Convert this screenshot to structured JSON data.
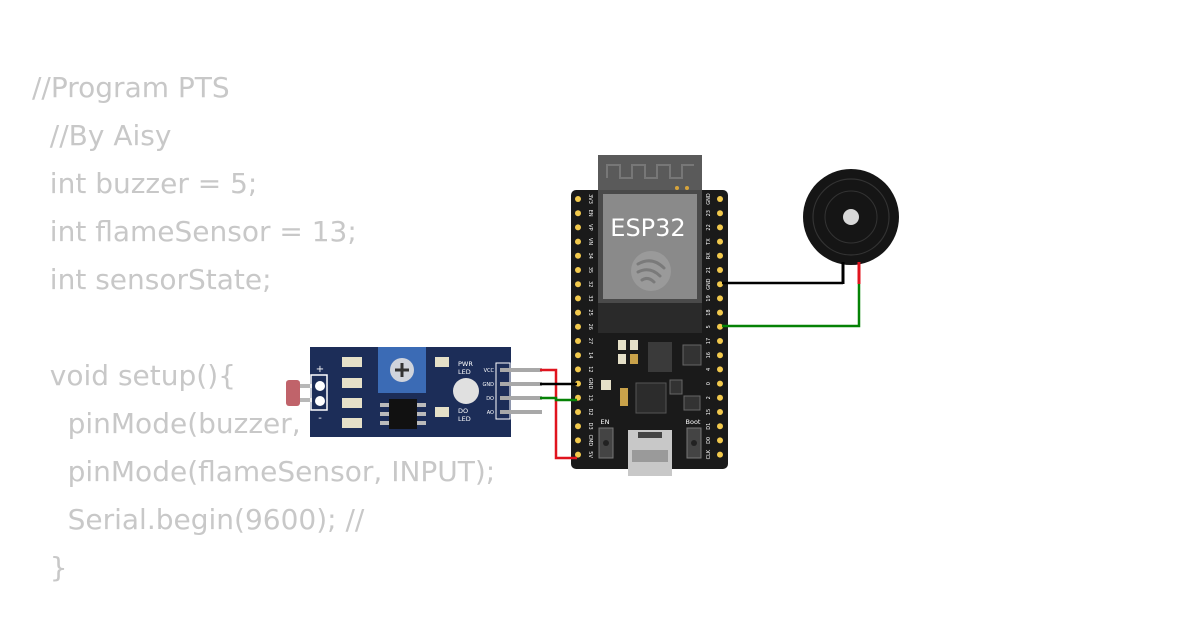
{
  "code": {
    "lines": [
      "//Program PTS",
      "  //By Aisy",
      "  int buzzer = 5;",
      "  int flameSensor = 13;",
      "  int sensorState;",
      "",
      "  void setup(){",
      "    pinMode(buzzer, OUTPUT);",
      "    pinMode(flameSensor, INPUT);",
      "    Serial.begin(9600); //",
      "  }"
    ]
  },
  "esp32": {
    "label": "ESP32",
    "en_label": "EN",
    "boot_label": "Boot",
    "left_pins": [
      "3V3",
      "EN",
      "VP",
      "VN",
      "34",
      "35",
      "32",
      "33",
      "25",
      "26",
      "27",
      "14",
      "12",
      "GND",
      "13",
      "D2",
      "D3",
      "CMD",
      "5V"
    ],
    "right_pins": [
      "GND",
      "23",
      "22",
      "TX",
      "RX",
      "21",
      "GND",
      "19",
      "18",
      "5",
      "17",
      "16",
      "4",
      "0",
      "2",
      "15",
      "D1",
      "D0",
      "CLK"
    ]
  },
  "sensor": {
    "pwr_led": [
      "PWR",
      "LED"
    ],
    "do_led": [
      "DO",
      "LED"
    ],
    "pins": [
      "VCC",
      "GND",
      "DO",
      "AO"
    ],
    "plus": "+",
    "minus": "-"
  },
  "colors": {
    "wire_red": "#e0141e",
    "wire_black": "#000000",
    "wire_green": "#058205",
    "board_black": "#1a1a1a",
    "sensor_blue": "#1c2d58",
    "code_gray": "#c8c8c8"
  }
}
